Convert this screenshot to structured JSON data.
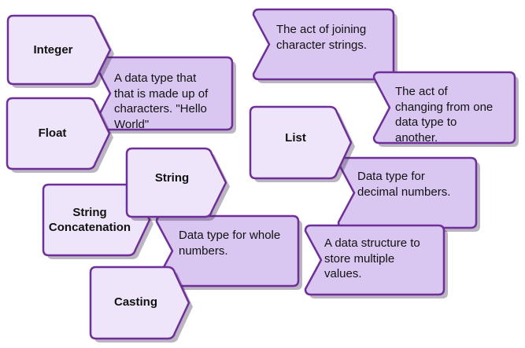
{
  "colors": {
    "term_fill": "#EFE5FA",
    "def_fill": "#D9C7F2",
    "border": "#6E2F98",
    "text": "#111111"
  },
  "cards": {
    "integer": "Integer",
    "float": "Float",
    "string": "String",
    "string_concatenation": "String\nConcatenation",
    "casting": "Casting",
    "list": "List",
    "def_string": "A data type that\nthat is made up of\ncharacters. \"Hello\nWorld\"",
    "def_concatenation": "The act of joining\ncharacter strings.",
    "def_casting": "The act of\nchanging from one\ndata type to\nanother.",
    "def_float": "Data type for\ndecimal numbers.",
    "def_integer": "Data type for whole\nnumbers.",
    "def_list": "A data structure to\nstore multiple\nvalues."
  }
}
